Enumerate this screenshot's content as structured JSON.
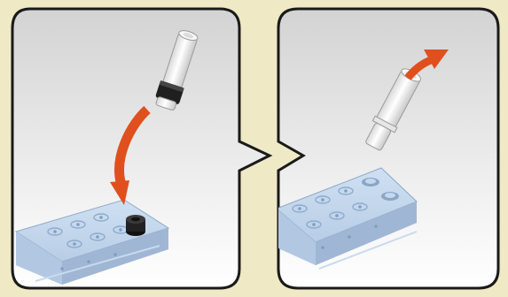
{
  "colors": {
    "background": "#efe9c6",
    "panel_fill_top": "#d6d6d6",
    "panel_fill_bottom": "#ffffff",
    "panel_stroke": "#1a1a1a",
    "arrow": "#e0501e",
    "brick": "#bcd2ea",
    "brick_shadow": "#a4bcd8",
    "pin_body": "#f4f4f4",
    "pin_shade": "#cfcfcf",
    "bushing": "#222222"
  },
  "panels": [
    {
      "step_action": "insert",
      "icons": [
        "bent-arrow-icon",
        "pin-icon",
        "bushing-icon",
        "brick-plate-icon"
      ]
    },
    {
      "step_action": "remove",
      "icons": [
        "up-arrow-icon",
        "pin-icon",
        "brick-plate-icon"
      ]
    }
  ],
  "connector": "speech-bubble-pointer"
}
